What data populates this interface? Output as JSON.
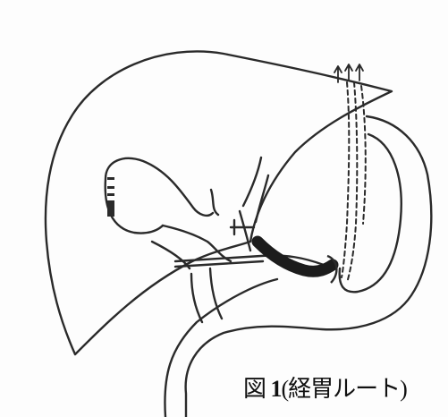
{
  "figure": {
    "caption_prefix": "図 ",
    "caption_number": "1",
    "caption_suffix": "(経胃ルート)"
  },
  "colors": {
    "line": "#2a2a2a",
    "background": "#fdfdfd",
    "dark_tube": "#1c1c1c"
  }
}
